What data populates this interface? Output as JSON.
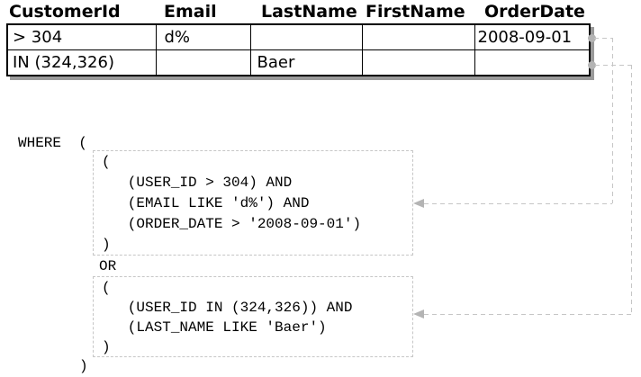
{
  "table": {
    "headers": [
      "CustomerId",
      "Email",
      "LastName",
      "FirstName",
      "OrderDate"
    ],
    "rows": [
      [
        "> 304",
        "d%",
        "",
        "",
        "2008-09-01"
      ],
      [
        "IN (324,326)",
        "",
        "Baer",
        "",
        ""
      ]
    ]
  },
  "sql": {
    "where_open": "WHERE  (",
    "group1_lines": [
      "(",
      "   (USER_ID > 304) AND",
      "   (EMAIL LIKE 'd%') AND",
      "   (ORDER_DATE > '2008-09-01')",
      ")"
    ],
    "operator": "OR",
    "group2_lines": [
      "(",
      "   (USER_ID IN (324,326)) AND",
      "   (LAST_NAME LIKE 'Baer')",
      ")"
    ],
    "where_close": ")"
  },
  "connectors": [
    {
      "from": "filter-row-1",
      "to": "sql-group-1"
    },
    {
      "from": "filter-row-2",
      "to": "sql-group-2"
    }
  ],
  "colors": {
    "background": "#ffffff",
    "text": "#000000",
    "grid_border": "#000000",
    "grid_shadow": "#9a9a9a",
    "connector_line": "#c6c6c6",
    "connector_marker": "#b4b4b4",
    "sql_box_border": "#c6c6c6"
  }
}
